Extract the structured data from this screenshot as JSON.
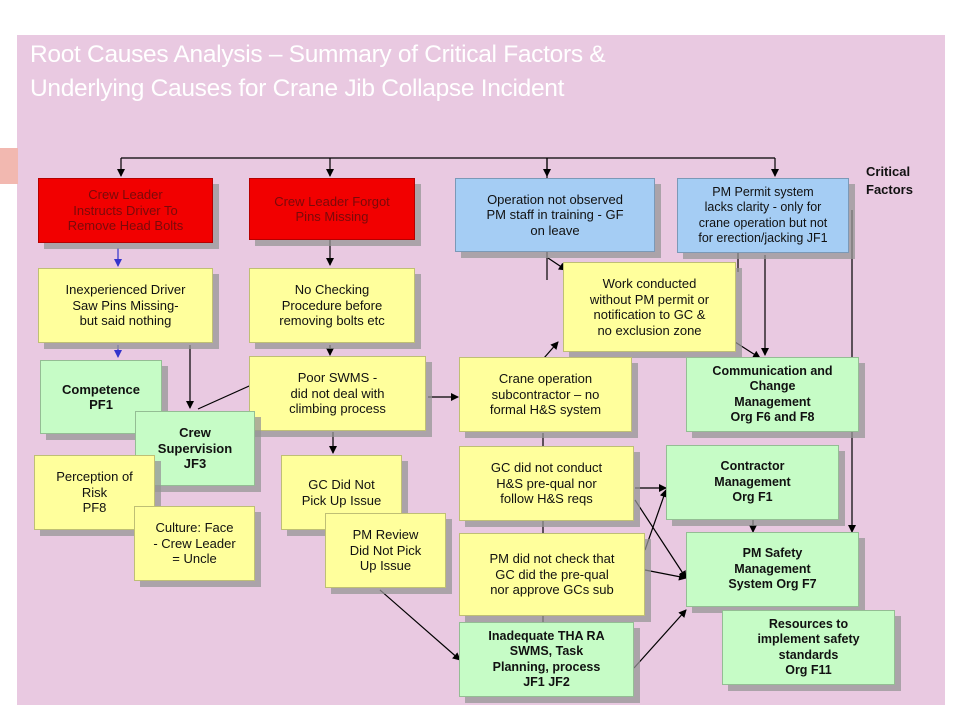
{
  "title": {
    "line1": "Root Causes Analysis – Summary of Critical Factors &",
    "line2": "Underlying Causes for Crane Jib Collapse Incident"
  },
  "critical_factors_label": {
    "line1": "Critical",
    "line2": "Factors"
  },
  "boxes": {
    "crew_leader_instructs": {
      "lines": [
        "Crew Leader",
        "Instructs Driver To",
        "Remove Head Bolts"
      ]
    },
    "crew_leader_forgot": {
      "lines": [
        "Crew Leader Forgot",
        "Pins Missing"
      ]
    },
    "operation_not_observed": {
      "lines": [
        "Operation not observed",
        "PM staff in training - GF",
        "on leave"
      ]
    },
    "pm_permit_system": {
      "lines": [
        "PM Permit system",
        "lacks clarity - only for",
        "crane operation but not",
        "for erection/jacking JF1"
      ]
    },
    "inexperienced_driver": {
      "lines": [
        "Inexperienced Driver",
        "Saw Pins Missing-",
        "but said nothing"
      ]
    },
    "no_checking_procedure": {
      "lines": [
        "No Checking",
        "Procedure before",
        "removing bolts etc"
      ]
    },
    "work_conducted": {
      "lines": [
        "Work conducted",
        "without PM permit or",
        "notification to GC &",
        "no exclusion zone"
      ]
    },
    "competence": {
      "lines": [
        "Competence",
        "PF1"
      ]
    },
    "poor_swms": {
      "lines": [
        "Poor SWMS -",
        "did not deal with",
        "climbing process"
      ]
    },
    "crane_subcontractor": {
      "lines": [
        "Crane operation",
        "subcontractor – no",
        "formal H&S system"
      ]
    },
    "communication_change": {
      "lines": [
        "Communication and",
        "Change",
        "Management",
        "Org F6 and F8"
      ]
    },
    "crew_supervision": {
      "lines": [
        "Crew",
        "Supervision",
        "JF3"
      ]
    },
    "perception_of_risk": {
      "lines": [
        "Perception of",
        "Risk",
        "PF8"
      ]
    },
    "gc_did_not_pick_up": {
      "lines": [
        "GC Did Not",
        "Pick Up Issue"
      ]
    },
    "gc_prequal": {
      "lines": [
        "GC did not conduct",
        "H&S pre-qual nor",
        "follow H&S reqs"
      ]
    },
    "contractor_management": {
      "lines": [
        "Contractor",
        "Management",
        "Org F1"
      ]
    },
    "culture_face": {
      "lines": [
        "Culture: Face",
        "- Crew Leader",
        "= Uncle"
      ]
    },
    "pm_review": {
      "lines": [
        "PM Review",
        "Did Not Pick",
        "Up Issue"
      ]
    },
    "pm_did_not_check": {
      "lines": [
        "PM did not check that",
        "GC did the pre-qual",
        "nor approve GCs sub"
      ]
    },
    "pm_safety_mgmt": {
      "lines": [
        "PM Safety",
        "Management",
        "System Org F7"
      ]
    },
    "resources": {
      "lines": [
        "Resources to",
        "implement safety",
        "standards",
        "Org F11"
      ]
    },
    "inadequate_tha": {
      "lines": [
        "Inadequate THA RA",
        "SWMS, Task",
        "Planning, process",
        "JF1 JF2"
      ]
    }
  },
  "colors": {
    "slide_background": "#e9c9e1",
    "critical_factor": "#f20000",
    "cause": "#ffff9c",
    "observation": "#a5cdf4",
    "factor_code": "#c6fcc6",
    "arrow": "#000000",
    "highlight_arrow": "#3333cc"
  }
}
